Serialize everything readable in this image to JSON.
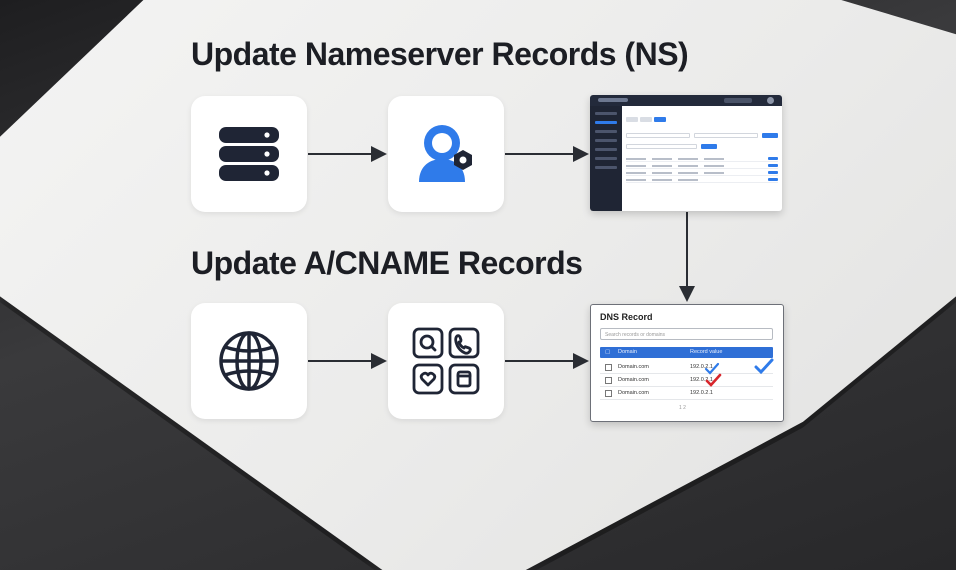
{
  "sections": [
    {
      "title": "Update Nameserver Records (NS)"
    },
    {
      "title": "Update A/CNAME Records"
    }
  ],
  "icons": {
    "step1": "database-icon",
    "step2": "user-settings-icon",
    "step4": "globe-icon",
    "step5": "app-grid-icon"
  },
  "dns_panel": {
    "heading": "DNS Record",
    "search_placeholder": "Search records or domains",
    "col_name": "Domain",
    "col_value": "Record value",
    "rows": [
      {
        "name": "Domain.com",
        "value": "192.0.2.1"
      },
      {
        "name": "Domain.com",
        "value": "192.0.2.1"
      },
      {
        "name": "Domain.com",
        "value": "192.0.2.1"
      }
    ],
    "pager": "1 2"
  },
  "colors": {
    "accent": "#2f7bea",
    "dark": "#1c2230",
    "check_ok": "#2f7bea",
    "check_bad": "#d8262c"
  }
}
